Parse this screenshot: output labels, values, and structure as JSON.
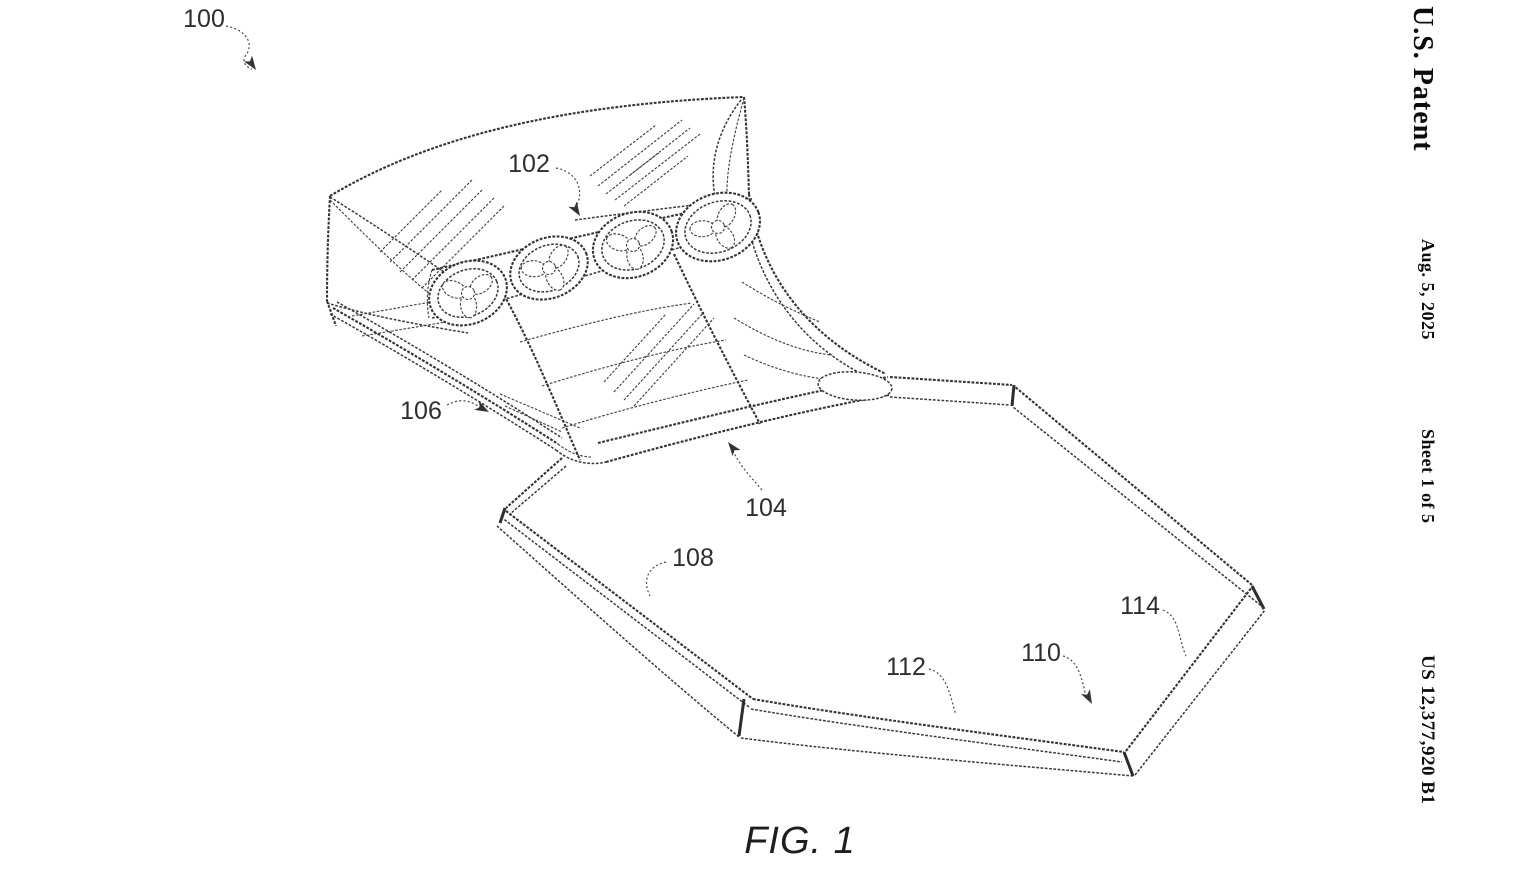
{
  "sheet_header": {
    "title": "U.S. Patent",
    "date": "Aug. 5, 2025",
    "sheet": "Sheet 1 of 5",
    "patent_number": "US 12,377,920 B1"
  },
  "figure": {
    "caption": "FIG. 1",
    "labels": [
      {
        "text": "100"
      },
      {
        "text": "102"
      },
      {
        "text": "104"
      },
      {
        "text": "106"
      },
      {
        "text": "108"
      },
      {
        "text": "110"
      },
      {
        "text": "112"
      },
      {
        "text": "114"
      }
    ]
  }
}
